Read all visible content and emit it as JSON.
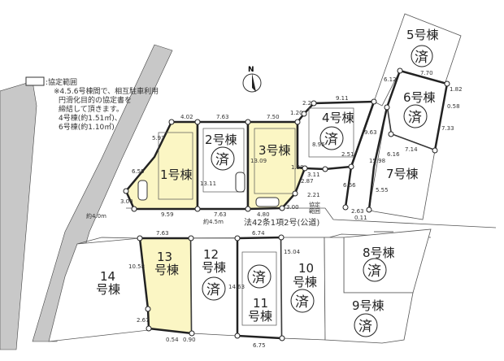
{
  "legend": {
    "title": ":協定範囲",
    "lines": [
      "※4.5.6号棟間で、相互駐車利用",
      "円滑化目的の協定書を",
      "締結して頂きます。",
      "4号棟(約1.51㎡)、",
      "6号棟(約1.10㎡)"
    ]
  },
  "compass": {
    "label": "N"
  },
  "road": {
    "label": "法42条1項2号(公道)",
    "agreement_label_1": "協定",
    "agreement_label_2": "範囲"
  },
  "colors": {
    "highlight": "#fbf6c4",
    "road": "#c8c8c8",
    "line": "#222222"
  },
  "sold_mark": "済",
  "lots": {
    "l1": {
      "label": "1号棟",
      "sold": false
    },
    "l2": {
      "label": "2号棟",
      "sold": true
    },
    "l3": {
      "label": "3号棟",
      "sold": false
    },
    "l4": {
      "label": "4号棟",
      "sold": true
    },
    "l5": {
      "label": "5号棟",
      "sold": true
    },
    "l6": {
      "label": "6号棟",
      "sold": true
    },
    "l7": {
      "label": "7号棟",
      "sold": false
    },
    "l8": {
      "label": "8号棟",
      "sold": true
    },
    "l9": {
      "label": "9号棟",
      "sold": true
    },
    "l10a": {
      "label": "10",
      "sold": true
    },
    "l10b": {
      "label": "号棟"
    },
    "l11a": {
      "label": "11",
      "sold": true
    },
    "l11b": {
      "label": "号棟"
    },
    "l12a": {
      "label": "12",
      "sold": true
    },
    "l12b": {
      "label": "号棟"
    },
    "l13a": {
      "label": "13",
      "sold": false
    },
    "l13b": {
      "label": "号棟"
    },
    "l14a": {
      "label": "14",
      "sold": false
    },
    "l14b": {
      "label": "号棟"
    }
  },
  "dims": {
    "d1": "4.02",
    "d2": "7.63",
    "d3": "7.50",
    "d4": "1.20",
    "d5": "2.26",
    "d6": "9.11",
    "d7": "5.93",
    "d8": "6.59",
    "d9": "3.00",
    "d10": "9.59",
    "d11": "7.63",
    "d12": "4.80",
    "d13": "3.00",
    "d14": "13.11",
    "d15": "13.09",
    "d16": "1.38",
    "d17": "2.87",
    "d18": "3.11",
    "d19": "2.21",
    "d20": "6.66",
    "d21": "9.63",
    "d22": "2.51",
    "d23": "15.98",
    "d24": "5.55",
    "d25": "2.63",
    "d26": "0.11",
    "d27": "6.12",
    "d28": "7.70",
    "d29": "1.82",
    "d30": "0.58",
    "d31": "7.33",
    "d32": "7.14",
    "d33": "6.16",
    "d34": "8.96",
    "d35": "7.63",
    "d36": "6.74",
    "d37": "10.58",
    "d38": "2.67",
    "d39": "0.54",
    "d40": "0.90",
    "d41": "14.63",
    "d42": "15.04",
    "d43": "6.75",
    "d44": "約4.5m",
    "d45": "約4.0m"
  }
}
